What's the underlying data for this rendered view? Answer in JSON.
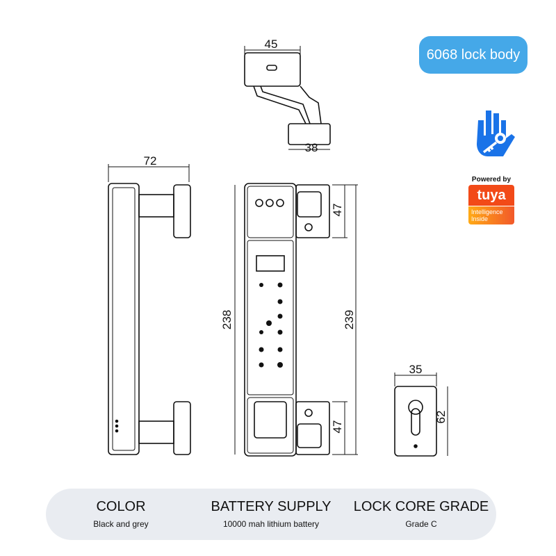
{
  "badge": {
    "label": "6068 lock body"
  },
  "logos": {
    "hand_key": "hand-key-icon",
    "tuya_powered": "Powered by",
    "tuya_brand": "tuya",
    "tuya_tagline_1": "Intelligence",
    "tuya_tagline_2": "Inside"
  },
  "dimensions": {
    "top_view_width": "45",
    "top_view_base": "38",
    "side_depth": "72",
    "front_height_left": "238",
    "front_height_right": "239",
    "handle_top": "47",
    "handle_bottom": "47",
    "cylinder_width": "35",
    "cylinder_height": "62"
  },
  "specs": [
    {
      "title": "COLOR",
      "value": "Black and grey"
    },
    {
      "title": "BATTERY SUPPLY",
      "value": "10000 mah lithium battery"
    },
    {
      "title": "LOCK CORE GRADE",
      "value": "Grade C"
    }
  ],
  "colors": {
    "badge": "#45a8e8",
    "hand": "#1a73e8",
    "tuya": "#f24a18",
    "spec_bg": "#e9ecf1"
  }
}
